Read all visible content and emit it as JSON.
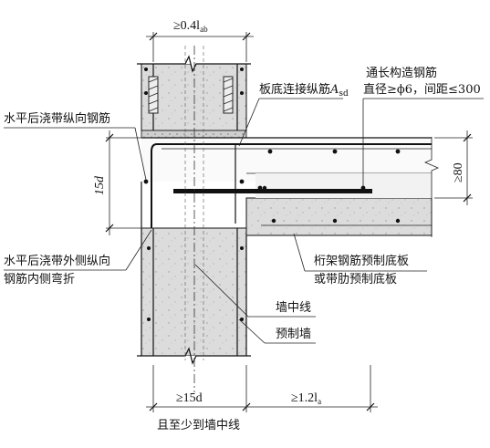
{
  "labels": {
    "dim_top": "≥0.4l",
    "dim_top_sub": "ab",
    "slab_bottom_bar": "板底连接纵筋",
    "slab_bottom_bar_sym": "A",
    "slab_bottom_bar_sub": "sd",
    "through_bar_1": "通长构造钢筋",
    "through_bar_2": "直径≥ϕ6，间距≤300",
    "horizontal_long_bar": "水平后浇带纵向钢筋",
    "dim_15d_left": "15d",
    "dim_80": "≥80",
    "outer_bar_1": "水平后浇带外侧纵向",
    "outer_bar_2": "钢筋内侧弯折",
    "truss_slab_1": "桁架钢筋预制底板",
    "truss_slab_2": "或带肋预制底板",
    "wall_center": "墙中线",
    "precast_wall": "预制墙",
    "dim_15d_bottom": "≥15d",
    "dim_12la": "≥1.2l",
    "dim_12la_sub": "a",
    "note_bottom": "且至少到墙中线"
  }
}
